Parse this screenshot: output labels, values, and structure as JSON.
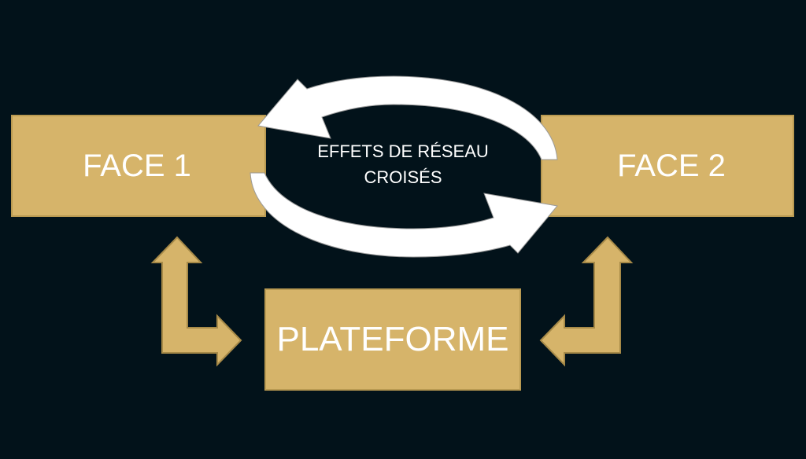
{
  "diagram": {
    "face1_label": "FACE 1",
    "face2_label": "FACE 2",
    "platform_label": "PLATEFORME",
    "network_effects_line1": "EFFETS DE RÉSEAU",
    "network_effects_line2": "CROISÉS"
  },
  "colors": {
    "background": "#02121a",
    "box_fill": "#d6b46a",
    "box_border": "#b99a52",
    "arrow_white": "#ffffff",
    "text": "#ffffff"
  },
  "icons": {
    "cycle_arrow_top": "curved-arrow-left-icon",
    "cycle_arrow_bottom": "curved-arrow-right-icon",
    "connector_left": "elbow-arrow-icon",
    "connector_right": "elbow-arrow-icon"
  }
}
